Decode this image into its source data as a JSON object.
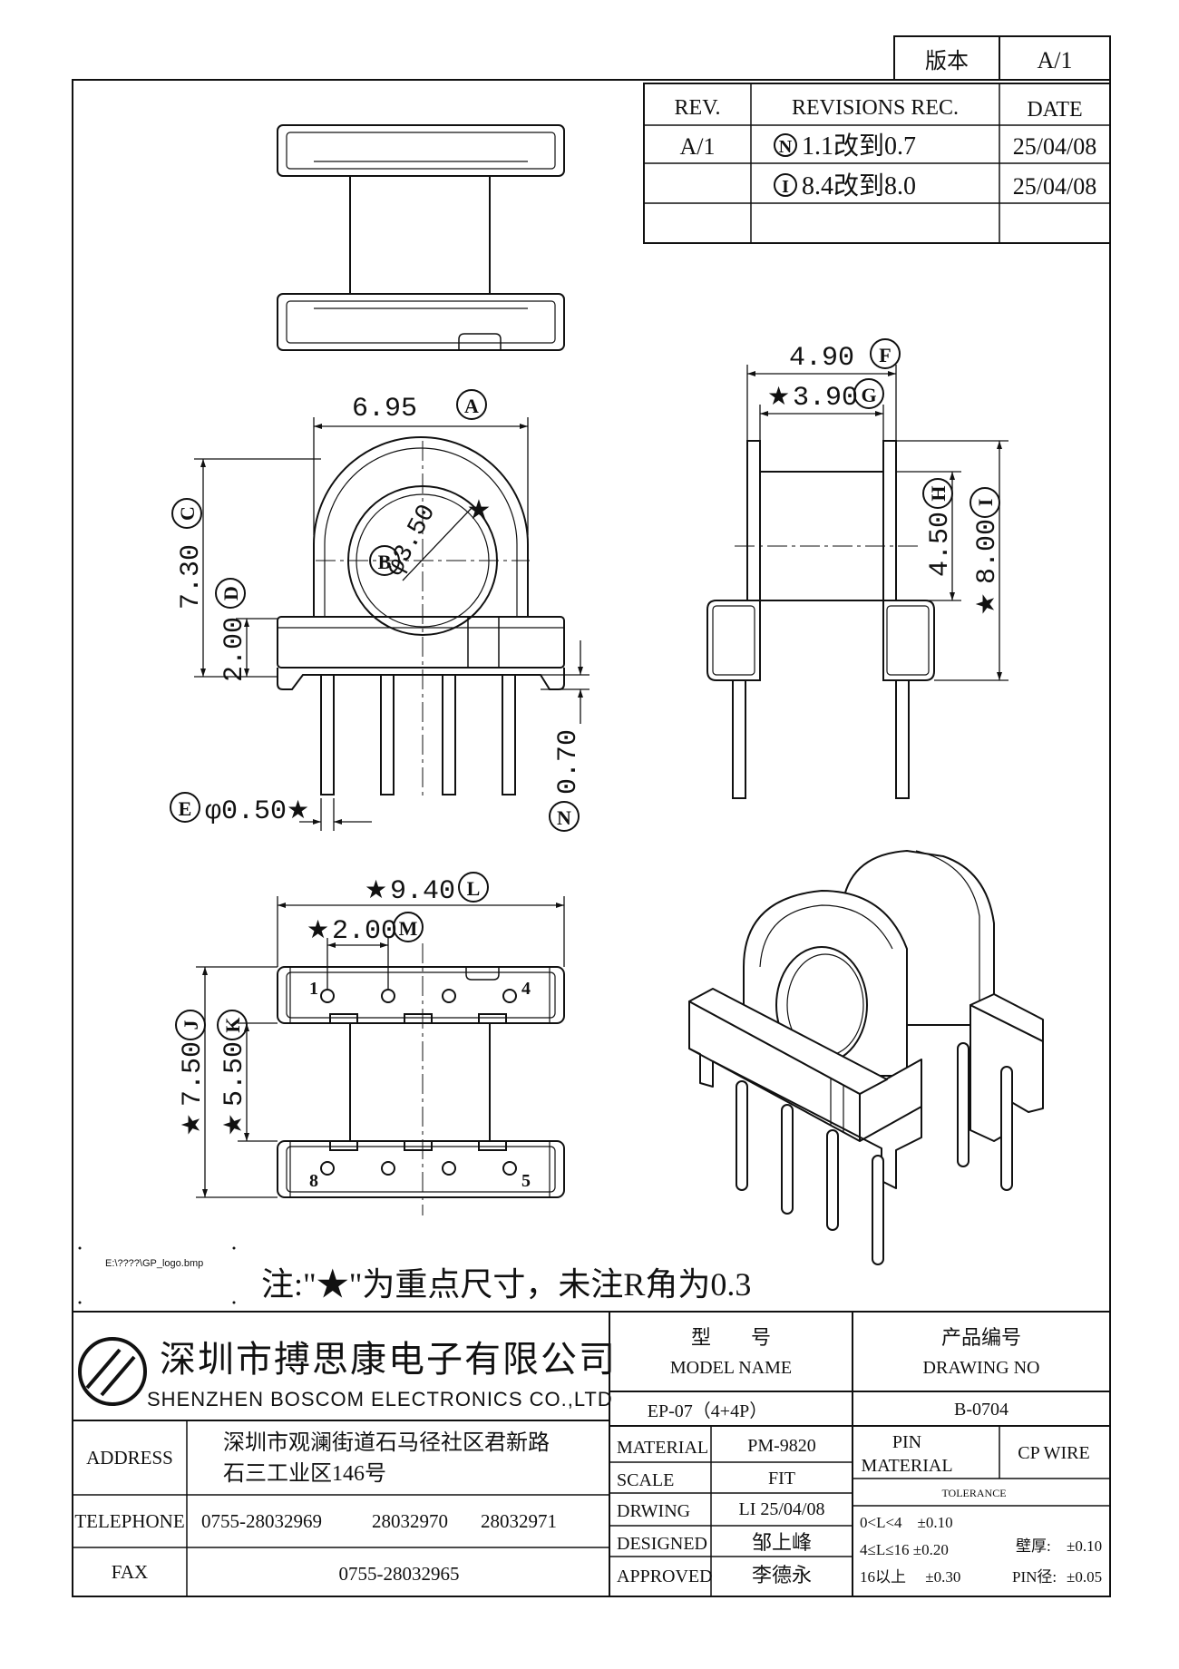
{
  "version_box": {
    "label": "版本",
    "value": "A/1"
  },
  "revisions": {
    "headers": {
      "rev": "REV.",
      "rec": "REVISIONS REC.",
      "date": "DATE"
    },
    "rows": [
      {
        "rev": "A/1",
        "mark": "N",
        "text": "1.1改到0.7",
        "date": "25/04/08"
      },
      {
        "rev": "",
        "mark": "I",
        "text": "8.4改到8.0",
        "date": "25/04/08"
      }
    ]
  },
  "dimensions": {
    "A": {
      "value": "6.95",
      "tag": "A"
    },
    "B": {
      "value": "φ3.50",
      "tag": "B",
      "star": "★"
    },
    "C": {
      "value": "7.30",
      "tag": "C"
    },
    "D": {
      "value": "2.00",
      "tag": "D"
    },
    "E": {
      "value": "φ0.50",
      "tag": "E",
      "star": "★"
    },
    "N": {
      "value": "0.70",
      "tag": "N"
    },
    "F": {
      "value": "4.90",
      "tag": "F"
    },
    "G": {
      "value": "3.90",
      "tag": "G",
      "star": "★"
    },
    "H": {
      "value": "4.50",
      "tag": "H"
    },
    "I": {
      "value": "8.00",
      "tag": "I",
      "star": "★"
    },
    "L": {
      "value": "9.40",
      "tag": "L",
      "star": "★"
    },
    "M": {
      "value": "2.00",
      "tag": "M",
      "star": "★"
    },
    "J": {
      "value": "7.50",
      "tag": "J",
      "star": "★"
    },
    "K": {
      "value": "5.50",
      "tag": "K",
      "star": "★"
    }
  },
  "pin_numbers": [
    "1",
    "4",
    "8",
    "5"
  ],
  "logo_path_text": "E:\\????\\GP_logo.bmp",
  "note": "注:\"★\"为重点尺寸，未注R角为0.3",
  "title_block": {
    "company_cn": "深圳市搏思康电子有限公司",
    "company_en": "SHENZHEN BOSCOM ELECTRONICS CO.,LTD",
    "model_label_cn": "型　　号",
    "model_label_en": "MODEL NAME",
    "model_value": "EP-07（4+4P）",
    "drawing_label_cn": "产品编号",
    "drawing_label_en": "DRAWING NO",
    "drawing_value": "B-0704",
    "address_label": "ADDRESS",
    "address_line1": "深圳市观澜街道石马径社区君新路",
    "address_line2": "石三工业区146号",
    "telephone_label": "TELEPHONE",
    "telephone_1": "0755-28032969",
    "telephone_2": "28032970",
    "telephone_3": "28032971",
    "fax_label": "FAX",
    "fax_value": "0755-28032965",
    "material_label": "MATERIAL",
    "material_value": "PM-9820",
    "scale_label": "SCALE",
    "scale_value": "FIT",
    "drawing_by_label": "DRWING",
    "drawing_by_value": "LI 25/04/08",
    "designed_label": "DESIGNED",
    "designed_value": "邹上峰",
    "approved_label": "APPROVED",
    "approved_value": "李德永",
    "pin_material_label_1": "PIN",
    "pin_material_label_2": "MATERIAL",
    "pin_material_value": "CP WIRE",
    "tolerance_label": "TOLERANCE",
    "tol_1": "0<L<4　±0.10",
    "tol_2": "4≤L≤16  ±0.20",
    "tol_3": "16以上　 ±0.30",
    "wall_label": "壁厚:",
    "wall_value": "±0.10",
    "pin_dia_label": "PIN径:",
    "pin_dia_value": "±0.05"
  }
}
